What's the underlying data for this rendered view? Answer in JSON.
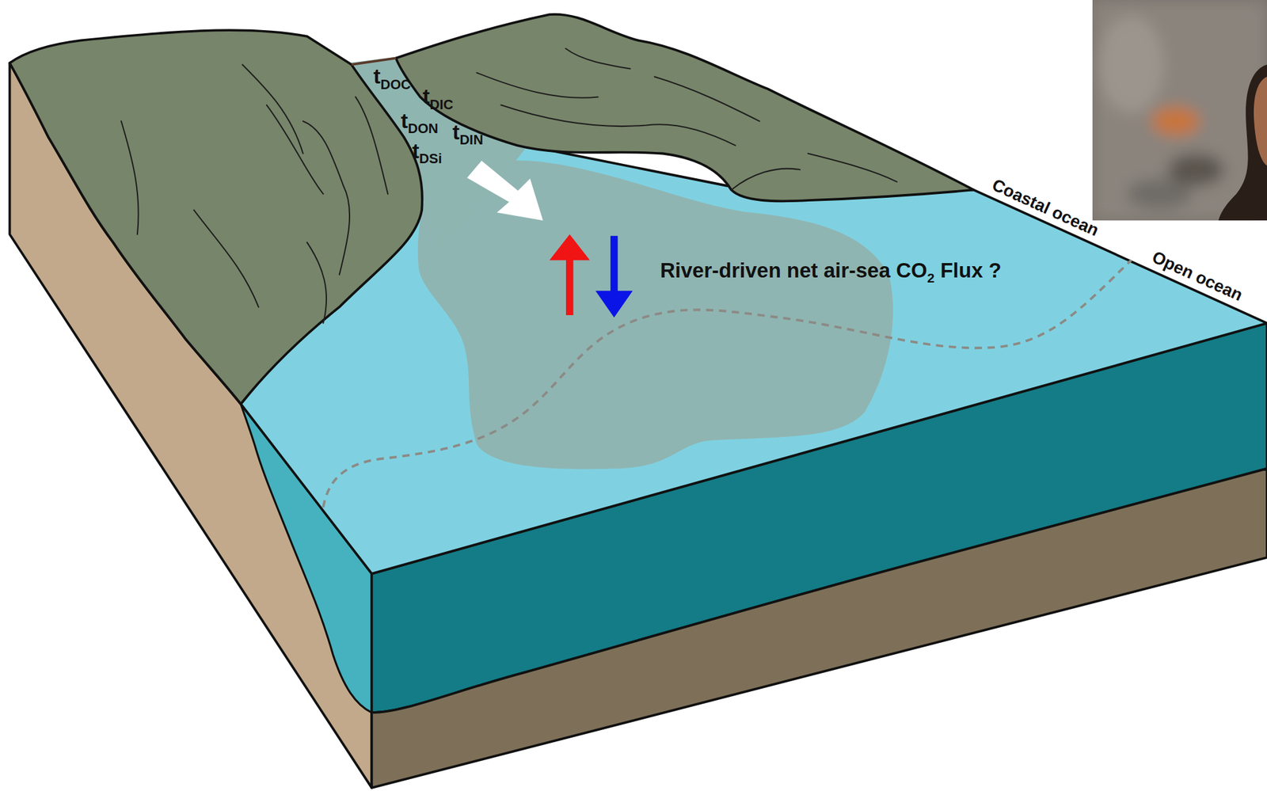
{
  "diagram": {
    "labels": [
      "tDOC",
      "tDIC",
      "tDON",
      "tDIN",
      "tDSi",
      "River-driven net air-sea CO2 Flux ?",
      "Coastal ocean",
      "Open ocean"
    ]
  }
}
